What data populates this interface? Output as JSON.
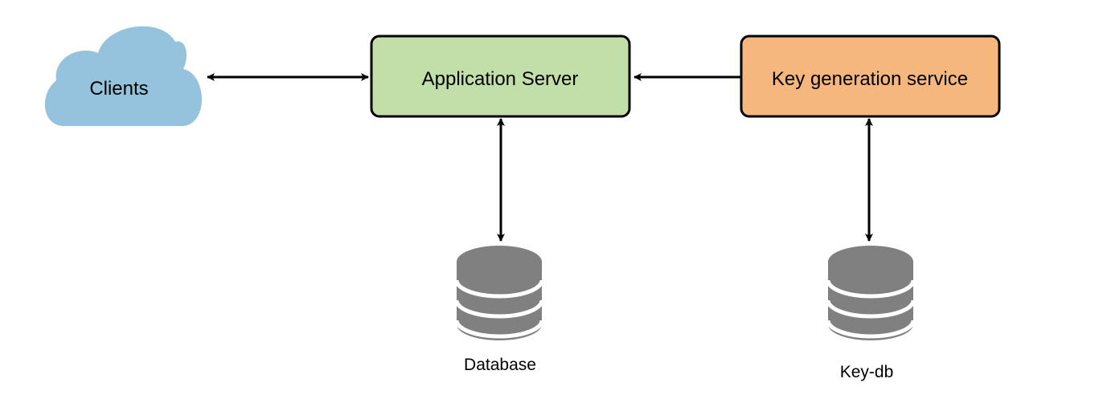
{
  "nodes": {
    "clients": {
      "label": "Clients",
      "fill": "#95c2dc"
    },
    "app_server": {
      "label": "Application Server",
      "fill": "#c3dfa9",
      "stroke": "#000000"
    },
    "keygen": {
      "label": "Key generation service",
      "fill": "#f5b77e",
      "stroke": "#000000"
    },
    "database": {
      "label": "Database",
      "icon": "database-icon",
      "fill": "#808080"
    },
    "keydb": {
      "label": "Key-db",
      "icon": "database-icon",
      "fill": "#808080"
    }
  },
  "edges": [
    {
      "from": "clients",
      "to": "app_server",
      "direction": "both"
    },
    {
      "from": "keygen",
      "to": "app_server",
      "direction": "forward"
    },
    {
      "from": "app_server",
      "to": "database",
      "direction": "both"
    },
    {
      "from": "keygen",
      "to": "keydb",
      "direction": "both"
    }
  ]
}
